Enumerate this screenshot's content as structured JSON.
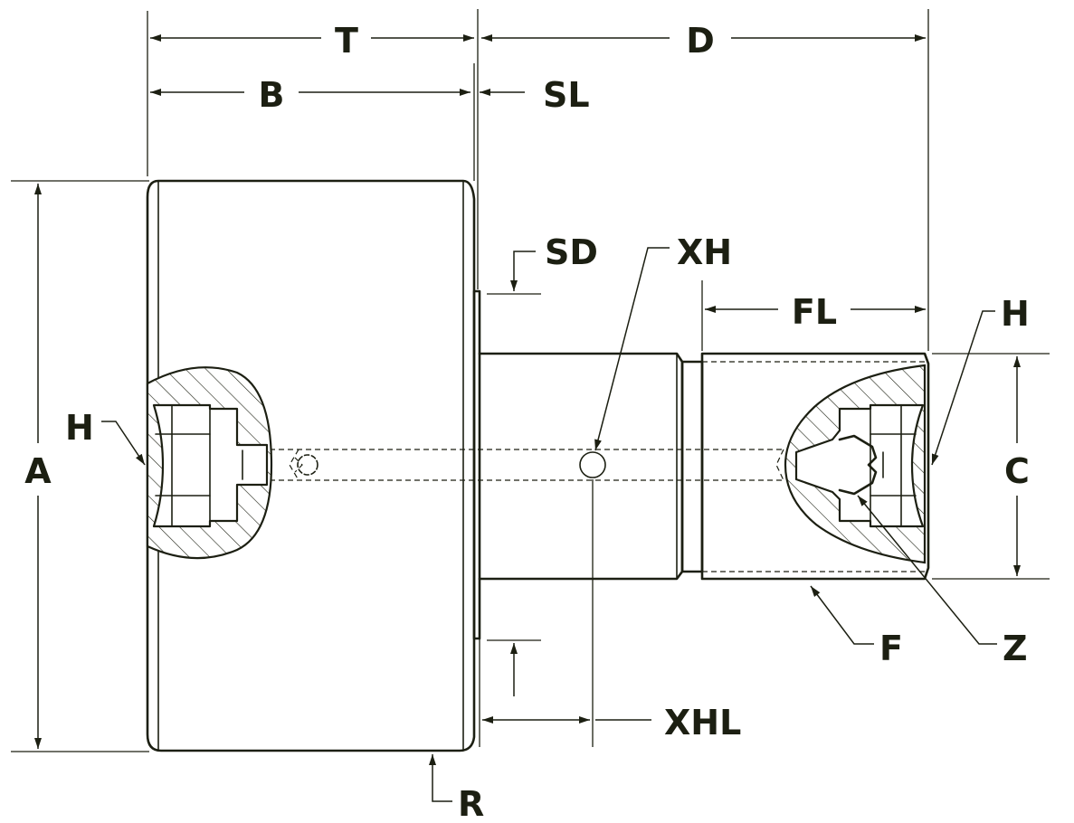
{
  "diagram": {
    "labels": {
      "t": "T",
      "d": "D",
      "b": "B",
      "sl": "SL",
      "sd": "SD",
      "xh": "XH",
      "fl": "FL",
      "h_right": "H",
      "h_left": "H",
      "a": "A",
      "c": "C",
      "f": "F",
      "z": "Z",
      "xhl": "XHL",
      "r": "R"
    },
    "colors": {
      "line": "#1c1f12",
      "background": "#ffffff"
    }
  }
}
